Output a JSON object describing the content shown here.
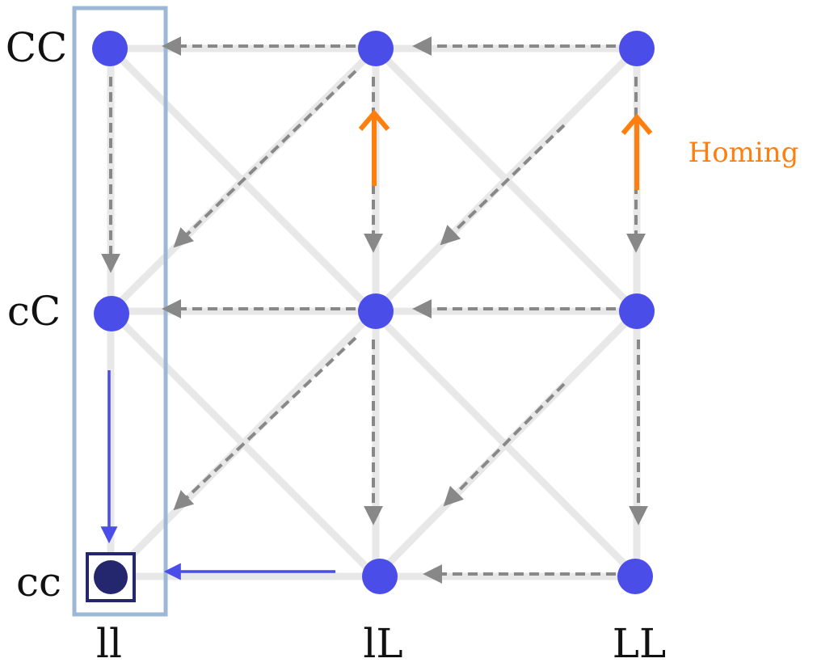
{
  "diagram": {
    "row_labels": [
      "CC",
      "cC",
      "cc"
    ],
    "column_labels": [
      "ll",
      "lL",
      "LL"
    ],
    "annotation": "Homing",
    "colors": {
      "node": "#4b4de8",
      "target_node": "#25276e",
      "target_box": "#25276e",
      "highlight_column": "#9db8d6",
      "background_edge": "#e8e8e8",
      "dashed_arrow": "#888888",
      "path_arrow": "#4b4de8",
      "homing_arrow": "#ff7f0e"
    },
    "nodes": [
      {
        "row": "CC",
        "col": "ll"
      },
      {
        "row": "CC",
        "col": "lL"
      },
      {
        "row": "CC",
        "col": "LL"
      },
      {
        "row": "cC",
        "col": "ll"
      },
      {
        "row": "cC",
        "col": "lL"
      },
      {
        "row": "cC",
        "col": "LL"
      },
      {
        "row": "cc",
        "col": "ll",
        "target": true
      },
      {
        "row": "cc",
        "col": "lL"
      },
      {
        "row": "cc",
        "col": "LL"
      }
    ]
  }
}
